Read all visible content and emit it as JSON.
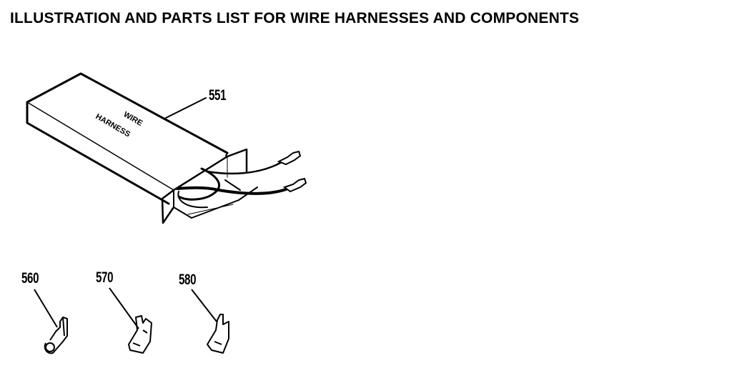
{
  "page": {
    "title": "ILLUSTRATION AND PARTS LIST FOR WIRE HARNESSES AND COMPONENTS"
  },
  "illustration": {
    "main_part": {
      "number": "551",
      "box_text_line1": "WIRE",
      "box_text_line2": "HARNESS",
      "description": "Wire harness in box with two wire leads and terminals"
    },
    "components": [
      {
        "number": "560",
        "description": "ring terminal"
      },
      {
        "number": "570",
        "description": "terminal clip"
      },
      {
        "number": "580",
        "description": "spade terminal"
      }
    ]
  },
  "colors": {
    "ink": "#000000",
    "paper": "#ffffff"
  }
}
